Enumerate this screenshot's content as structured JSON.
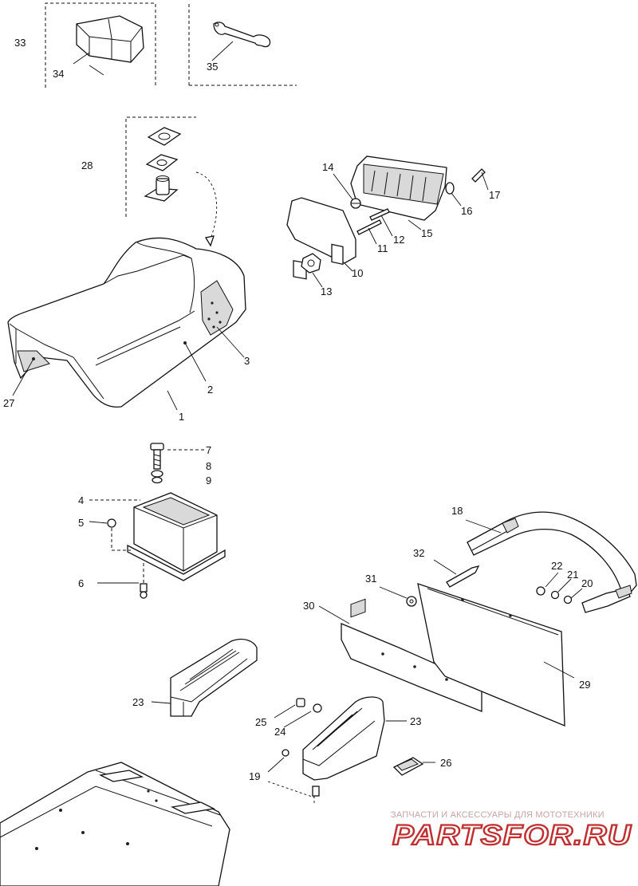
{
  "callouts": [
    {
      "id": "c1",
      "label": "1"
    },
    {
      "id": "c2",
      "label": "2"
    },
    {
      "id": "c3",
      "label": "3"
    },
    {
      "id": "c4",
      "label": "4"
    },
    {
      "id": "c5",
      "label": "5"
    },
    {
      "id": "c6",
      "label": "6"
    },
    {
      "id": "c7",
      "label": "7"
    },
    {
      "id": "c8",
      "label": "8"
    },
    {
      "id": "c9",
      "label": "9"
    },
    {
      "id": "c10",
      "label": "10"
    },
    {
      "id": "c11",
      "label": "11"
    },
    {
      "id": "c12",
      "label": "12"
    },
    {
      "id": "c13",
      "label": "13"
    },
    {
      "id": "c14",
      "label": "14"
    },
    {
      "id": "c15",
      "label": "15"
    },
    {
      "id": "c16",
      "label": "16"
    },
    {
      "id": "c17",
      "label": "17"
    },
    {
      "id": "c18",
      "label": "18"
    },
    {
      "id": "c19",
      "label": "19"
    },
    {
      "id": "c20",
      "label": "20"
    },
    {
      "id": "c21",
      "label": "21"
    },
    {
      "id": "c22",
      "label": "22"
    },
    {
      "id": "c23a",
      "label": "23"
    },
    {
      "id": "c23b",
      "label": "23"
    },
    {
      "id": "c24",
      "label": "24"
    },
    {
      "id": "c25",
      "label": "25"
    },
    {
      "id": "c26",
      "label": "26"
    },
    {
      "id": "c27",
      "label": "27"
    },
    {
      "id": "c28",
      "label": "28"
    },
    {
      "id": "c29",
      "label": "29"
    },
    {
      "id": "c30",
      "label": "30"
    },
    {
      "id": "c31",
      "label": "31"
    },
    {
      "id": "c32",
      "label": "32"
    },
    {
      "id": "c33",
      "label": "33"
    },
    {
      "id": "c34",
      "label": "34"
    },
    {
      "id": "c35",
      "label": "35"
    }
  ],
  "watermark": {
    "caption": "ЗАПЧАСТИ И АКСЕССУАРЫ ДЛЯ МОТОТЕХНИКИ",
    "logo_text": "PARTSFOR.RU",
    "color": "#c03030"
  },
  "colors": {
    "line": "#111111",
    "background": "#ffffff"
  }
}
